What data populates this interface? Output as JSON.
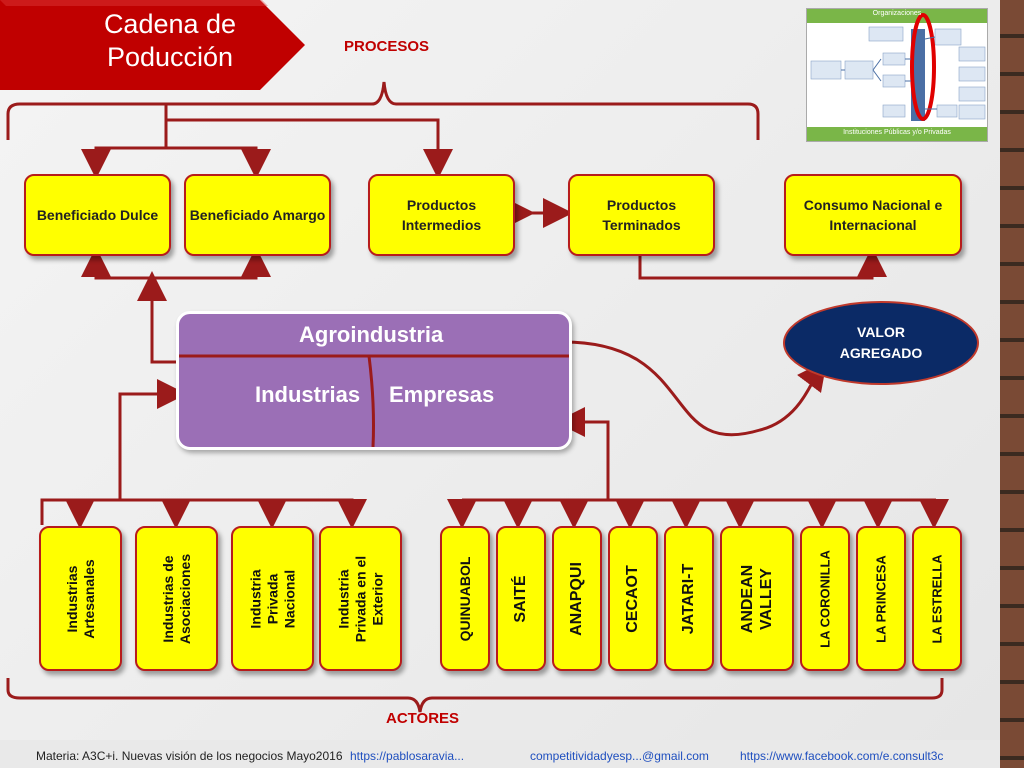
{
  "title": "Cadena de Poducción",
  "procesos_label": "PROCESOS",
  "actores_label": "ACTORES",
  "process_boxes": [
    "Beneficiado Dulce",
    "Beneficiado Amargo",
    "Productos Intermedios",
    "Productos Terminados",
    "Consumo Nacional e Internacional"
  ],
  "agro": {
    "title": "Agroindustria",
    "left": "Industrias",
    "right": "Empresas"
  },
  "valor": {
    "line1": "VALOR",
    "line2": "AGREGADO"
  },
  "industry_actors": [
    "Industrias\nArtesanales",
    "Industrias de\nAsociaciones",
    "Industria\nPrivada\nNacional",
    "Industria\nPrivada en el\nExterior"
  ],
  "company_actors": [
    "QUINUABOL",
    "SAITÉ",
    "ANAPQUI",
    "CECAOT",
    "JATARI-T",
    "ANDEAN\nVALLEY",
    "LA CORONILLA",
    "LA PRINCESA",
    "LA ESTRELLA"
  ],
  "thumbnail": {
    "top_label": "Organizaciones",
    "bottom_label": "Instituciones Públicas y/o Privadas"
  },
  "footer": {
    "materia": "Materia: A3C+i. Nuevas visión de los negocios Mayo2016",
    "link1": "https://pablosaravia...",
    "link2": "competitividadyesp...@gmail.com",
    "link3": "https://www.facebook.com/e.consult3c"
  },
  "colors": {
    "banner": "#c00000",
    "arrow": "#9b1b1b",
    "box": "#ffff00",
    "agro": "#9b6fb6",
    "valor": "#0b2a66"
  }
}
